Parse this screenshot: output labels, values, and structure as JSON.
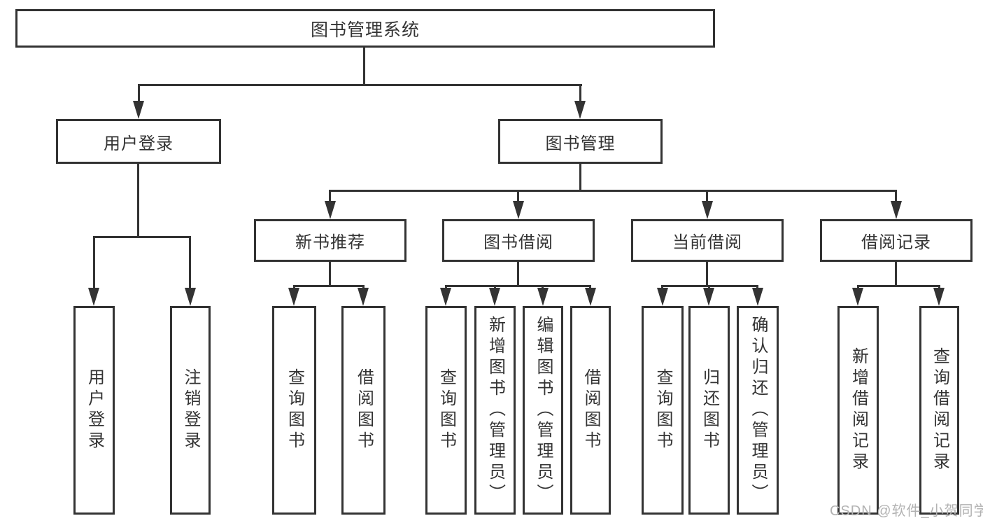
{
  "nodes": {
    "root": "图书管理系统",
    "user_login": "用户登录",
    "book_management": "图书管理",
    "new_book_recommend": "新书推荐",
    "book_borrow": "图书借阅",
    "current_borrow": "当前借阅",
    "borrow_record": "借阅记录",
    "user_login_leaf": "用户登录",
    "logout": "注销登录",
    "recommend_query_book": "查询图书",
    "recommend_borrow_book": "借阅图书",
    "borrow_query_book": "查询图书",
    "borrow_add_book": "新增图书（管理员）",
    "borrow_edit_book": "编辑图书（管理员）",
    "borrow_borrow_book": "借阅图书",
    "current_query_book": "查询图书",
    "current_return_book": "归还图书",
    "current_confirm_return": "确认归还（管理员）",
    "record_add": "新增借阅记录",
    "record_query": "查询借阅记录"
  },
  "hierarchy": {
    "root": [
      "user_login",
      "book_management"
    ],
    "user_login": [
      "user_login_leaf",
      "logout"
    ],
    "book_management": [
      "new_book_recommend",
      "book_borrow",
      "current_borrow",
      "borrow_record"
    ],
    "new_book_recommend": [
      "recommend_query_book",
      "recommend_borrow_book"
    ],
    "book_borrow": [
      "borrow_query_book",
      "borrow_add_book",
      "borrow_edit_book",
      "borrow_borrow_book"
    ],
    "current_borrow": [
      "current_query_book",
      "current_return_book",
      "current_confirm_return"
    ],
    "borrow_record": [
      "record_add",
      "record_query"
    ]
  },
  "watermark": {
    "text": "CSDN @软件_小贺同学",
    "color": "#b2b2b2"
  },
  "style": {
    "line_color": "#333333",
    "box_border_color": "#333333",
    "background": "#ffffff"
  }
}
